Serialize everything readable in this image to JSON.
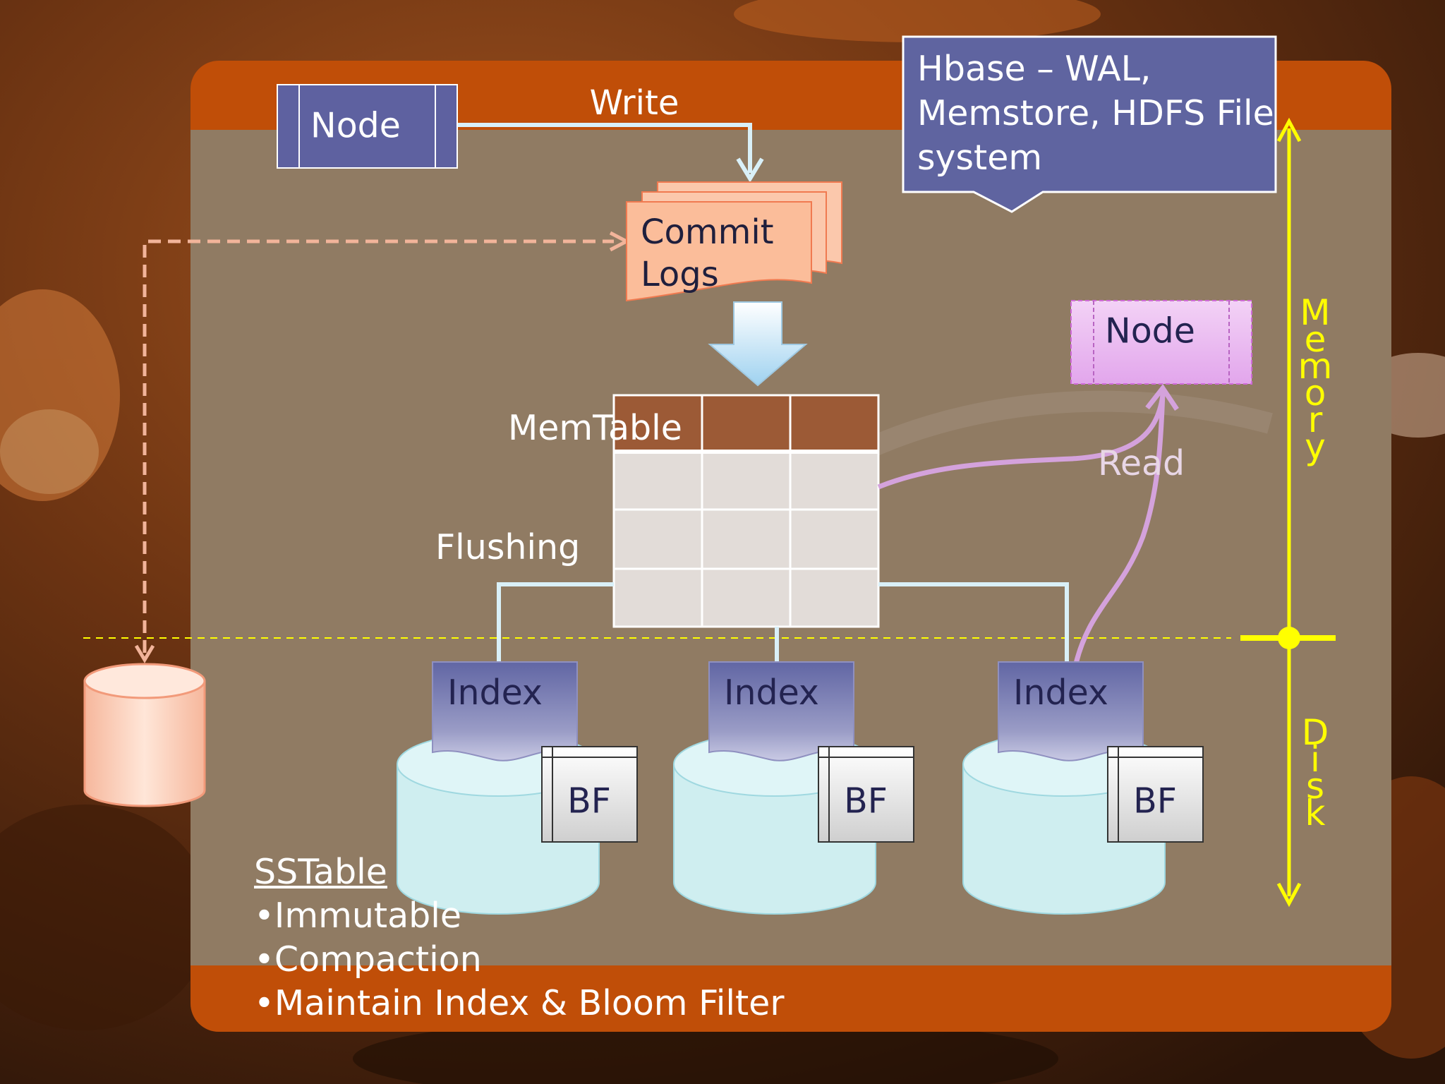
{
  "title": {
    "lines": [
      "Hbase – WAL,",
      "Memstore, HDFS File",
      "system"
    ]
  },
  "write_label": "Write",
  "read_label": "Read",
  "flushing_label": "Flushing",
  "memtable_label": "MemTable",
  "commit_logs": {
    "line1": "Commit",
    "line2": "Logs"
  },
  "nodes": {
    "writer": "Node",
    "reader": "Node"
  },
  "sstables": [
    {
      "index_label": "Index",
      "bf_label": "BF"
    },
    {
      "index_label": "Index",
      "bf_label": "BF"
    },
    {
      "index_label": "Index",
      "bf_label": "BF"
    }
  ],
  "tiers": {
    "memory": "Memory",
    "disk": "Disk"
  },
  "sstable_notes": {
    "heading": "SSTable",
    "bullets": [
      "•Immutable",
      "•Compaction",
      "•Maintain Index & Bloom Filter"
    ]
  },
  "colors": {
    "panel": "#8e7d66",
    "band": "#c04e08",
    "callout": "#5f64a0",
    "node": "#5e61a0",
    "commit_log": "#fbbd9a",
    "memtable_header": "#9c5a36",
    "sstable": "#cfeef0",
    "read_arrow": "#d4a2dc",
    "tier_line": "#ffff00",
    "flush_line": "#d9f0f8"
  }
}
